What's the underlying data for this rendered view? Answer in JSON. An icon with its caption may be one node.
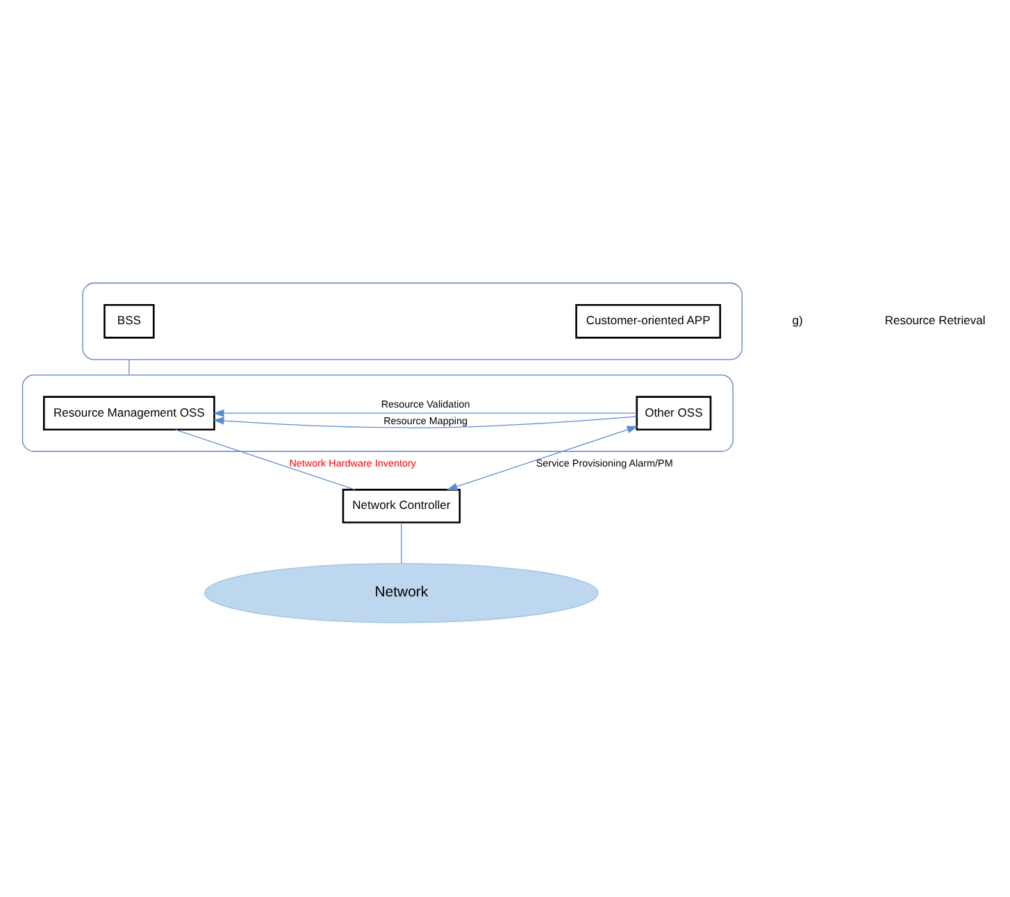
{
  "diagram": {
    "nodes": [
      {
        "text": [],
        "shape": "box"
      },
      {
        "text": [
          "BSS"
        ],
        "in": 0
      },
      {
        "text": [
          "Customer-oriented APP"
        ],
        "in": 0
      },
      {
        "text": [],
        "shape": "box"
      },
      {
        "text": [
          "Resource Management OSS"
        ],
        "in": 3
      },
      {
        "text": [
          "Other OSS"
        ],
        "in": 3
      },
      {
        "text": [
          "Network Controller"
        ]
      },
      {
        "text": [
          "Network"
        ]
      }
    ],
    "edges": [
      {
        "from": 0,
        "to": 3,
        "arrow": "none"
      },
      {
        "from": 5,
        "to": 4,
        "arrow": "to",
        "label": "Resource Mapping"
      },
      {
        "from": 5,
        "to": 4,
        "arrow": "to",
        "label": "Resource Validation"
      },
      {
        "from": 4,
        "to": 6,
        "arrow": "none",
        "label": "Network Hardware Inventory"
      },
      {
        "from": 6,
        "to": 5,
        "arrow": "both",
        "label": "Service Provisioning Alarm/PM"
      },
      {
        "from": 6,
        "to": 7,
        "arrow": "none"
      }
    ],
    "labels": [
      "g)",
      "Resource Retrieval"
    ]
  }
}
